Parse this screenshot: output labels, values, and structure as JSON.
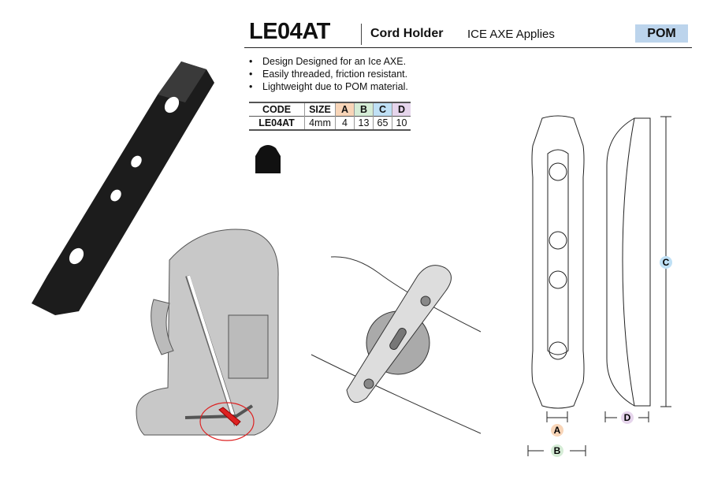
{
  "header": {
    "code": "LE04AT",
    "name": "Cord Holder",
    "application": "ICE AXE Applies",
    "material": "POM"
  },
  "features": [
    "Design Designed for an Ice AXE.",
    "Easily threaded, friction resistant.",
    "Lightweight due to POM material."
  ],
  "spec_table": {
    "headers": [
      "CODE",
      "SIZE",
      "A",
      "B",
      "C",
      "D"
    ],
    "header_colors": [
      "#ffffff",
      "#ffffff",
      "#f8d5b8",
      "#d5ecd6",
      "#bfe0f5",
      "#e6d5ec"
    ],
    "rows": [
      [
        "LE04AT",
        "4mm",
        "4",
        "13",
        "65",
        "10"
      ]
    ]
  },
  "dimension_labels": {
    "a": "A",
    "b": "B",
    "c": "C",
    "d": "D"
  }
}
